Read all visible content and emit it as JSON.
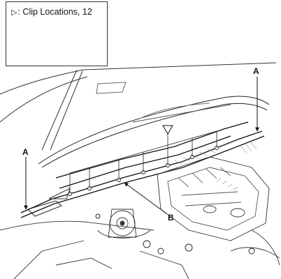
{
  "legend": {
    "symbol": "▷",
    "text": ": Clip Locations, 12"
  },
  "callouts": {
    "a_right": "A",
    "a_left": "A",
    "b": "B"
  },
  "icons": [
    "clip-icon",
    "triangle-marker-icon"
  ]
}
